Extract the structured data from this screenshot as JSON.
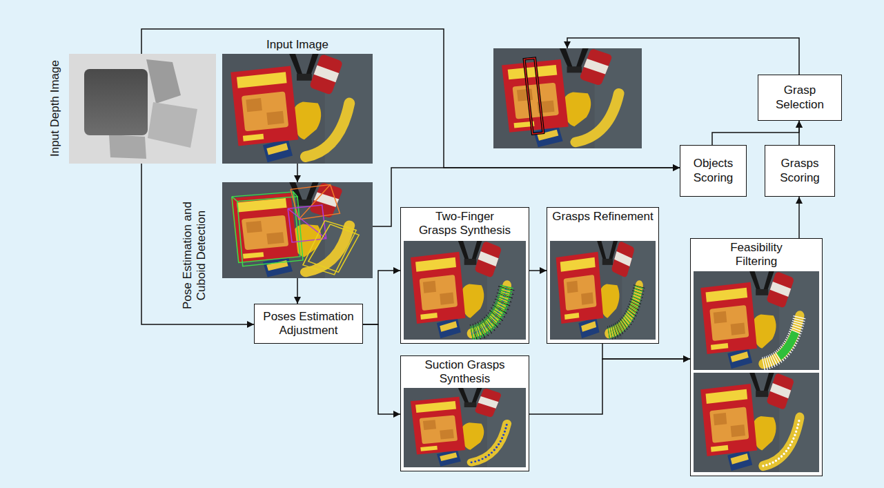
{
  "diagram": {
    "nodes": [
      {
        "text": [
          "Input Depth Image"
        ]
      },
      {
        "text": [
          "Input Image"
        ]
      },
      {
        "text": [
          "Pose Estimation and Cuboid Detection"
        ]
      },
      {
        "text": [
          "Poses Estimation Adjustment"
        ]
      },
      {
        "text": [
          "Two-Finger Grasps Synthesis"
        ]
      },
      {
        "text": [
          "Suction Grasps Synthesis"
        ]
      },
      {
        "text": [
          "Grasps Refinement"
        ]
      },
      {
        "text": [
          "Feasibility Filtering"
        ]
      },
      {
        "text": [
          "Objects Scoring"
        ]
      },
      {
        "text": [
          "Grasps Scoring"
        ]
      },
      {
        "text": [
          "Grasp Selection"
        ]
      }
    ],
    "edges": [
      {
        "from": 0,
        "to": 8,
        "arrow": "to"
      },
      {
        "from": 2,
        "to": 8,
        "arrow": "to"
      },
      {
        "from": 1,
        "to": 2,
        "arrow": "to"
      },
      {
        "from": 2,
        "to": 3,
        "arrow": "to"
      },
      {
        "from": 0,
        "to": 3,
        "arrow": "to"
      },
      {
        "from": 3,
        "to": 4,
        "arrow": "to"
      },
      {
        "from": 3,
        "to": 5,
        "arrow": "to"
      },
      {
        "from": 4,
        "to": 6,
        "arrow": "to"
      },
      {
        "from": 6,
        "to": 7,
        "arrow": "to"
      },
      {
        "from": 5,
        "to": 7,
        "arrow": "to"
      },
      {
        "from": 7,
        "to": 9,
        "arrow": "to"
      },
      {
        "from": 9,
        "to": 10,
        "arrow": "to"
      },
      {
        "from": 8,
        "to": 10,
        "arrow": "to"
      }
    ]
  }
}
